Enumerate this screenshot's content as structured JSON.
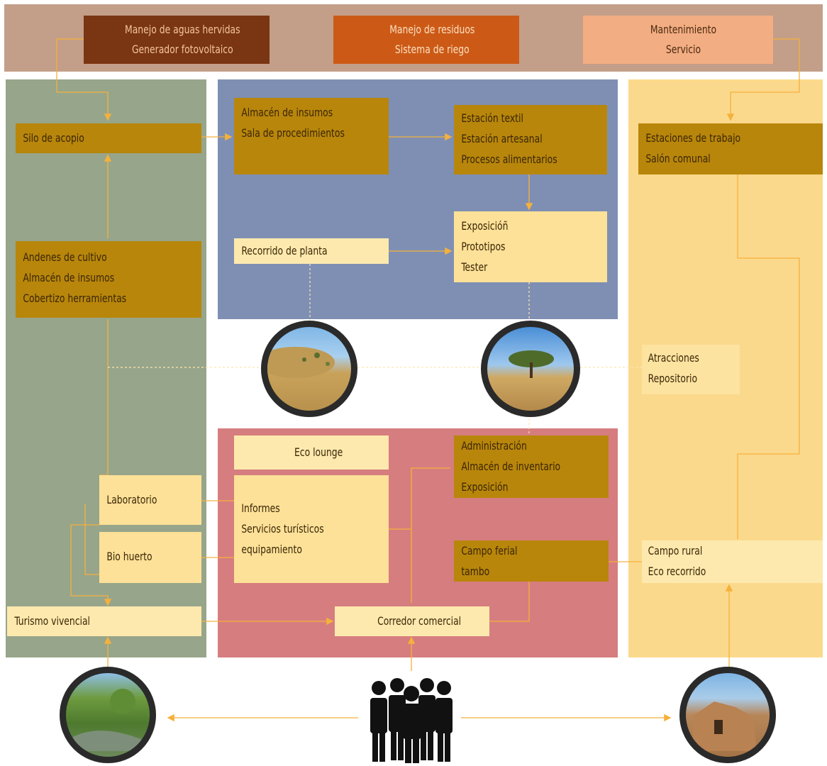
{
  "top": {
    "left": [
      "Manejo de aguas hervidas",
      "Generador fotovoltaico"
    ],
    "middle": [
      "Manejo de residuos",
      "Sistema de riego"
    ],
    "right": [
      "Mantenimiento",
      "Servicio"
    ]
  },
  "left_col": {
    "silo": "Silo de acopio",
    "andenes": [
      "Andenes de cultivo",
      "Almacén de insumos",
      "Cobertizo herramientas"
    ],
    "laboratorio": "Laboratorio",
    "biohuerto": "Bio huerto",
    "turismo": "Turismo vivencial"
  },
  "blue": {
    "almacen": [
      "Almacén de insumos",
      "Sala de procedimientos"
    ],
    "estaciones": [
      "Estación textil",
      "Estación artesanal",
      "Procesos alimentarios"
    ],
    "recorrido": "Recorrido de planta",
    "exposicion": [
      "Exposicióñ",
      "Prototipos",
      "Tester"
    ]
  },
  "red": {
    "ecolounge": "Eco lounge",
    "informes": [
      "Informes",
      "Servicios turísticos",
      "equipamiento"
    ],
    "admin": [
      "Administración",
      "Almacén de inventario",
      "Exposición"
    ],
    "campo_ferial": [
      "Campo ferial",
      "tambo"
    ],
    "corredor": "Corredor comercial"
  },
  "right_col": {
    "estaciones_trabajo": [
      "Estaciones de trabajo",
      "Salón comunal"
    ],
    "atracciones": [
      "Atracciones",
      "Repositorio"
    ],
    "campo_rural": [
      "Campo rural",
      "Eco recorrido"
    ]
  },
  "colors": {
    "line": "#f5b13c",
    "dark_box": "#b8860b",
    "light_box": "#fde198"
  },
  "icons": [
    "people-group-icon",
    "river-photo",
    "hill-photo",
    "tree-photo",
    "rock-photo"
  ]
}
